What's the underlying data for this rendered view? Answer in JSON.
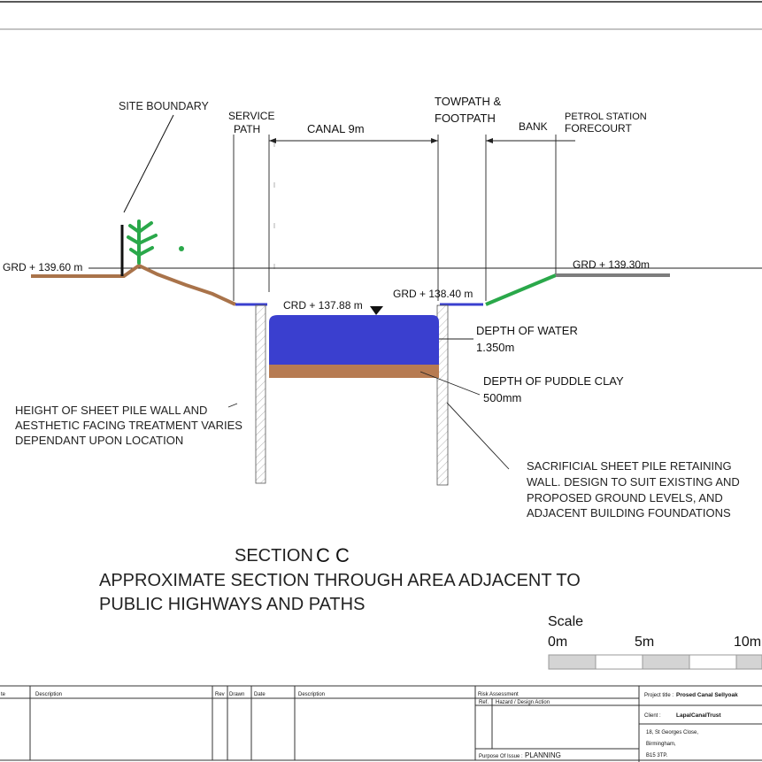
{
  "labels": {
    "site_boundary": "SITE BOUNDARY",
    "service_path_1": "SERVICE",
    "service_path_2": "PATH",
    "canal": "CANAL 9m",
    "towpath_1": "TOWPATH &",
    "towpath_2": "FOOTPATH",
    "bank": "BANK",
    "petrol_1": "PETROL STATION",
    "petrol_2": "FORECOURT",
    "grd_left": "GRD + 139.60 m",
    "grd_right": "GRD + 139.30m",
    "grd_mid": "GRD + 138.40 m",
    "crd": "CRD + 137.88 m",
    "water_1": "DEPTH OF WATER",
    "water_2": "1.350m",
    "clay_1": "DEPTH OF PUDDLE CLAY",
    "clay_2": "500mm",
    "sheet_pile_1": "HEIGHT OF SHEET PILE WALL AND",
    "sheet_pile_2": "AESTHETIC FACING TREATMENT VARIES",
    "sheet_pile_3": "DEPENDANT UPON LOCATION",
    "sacrificial_1": "SACRIFICIAL SHEET PILE RETAINING",
    "sacrificial_2": "WALL. DESIGN TO SUIT EXISTING AND",
    "sacrificial_3": "PROPOSED GROUND LEVELS, AND",
    "sacrificial_4": "ADJACENT BUILDING FOUNDATIONS"
  },
  "section": {
    "title_prefix": "SECTION",
    "title_id": "C C",
    "subtitle_1": "APPROXIMATE SECTION THROUGH AREA ADJACENT TO",
    "subtitle_2": "PUBLIC HIGHWAYS AND PATHS"
  },
  "scale": {
    "label": "Scale",
    "tick_0": "0m",
    "tick_5": "5m",
    "tick_10": "10m"
  },
  "title_block": {
    "col_te": "te",
    "col_description": "Description",
    "col_rev": "Rev",
    "col_drawn": "Drawn",
    "col_date": "Date",
    "col_description_2": "Description",
    "risk_assessment": "Risk Assessment",
    "ref": "Ref.",
    "hazard": "Hazard / Design Action",
    "purpose_label": "Purpose Of Issue :",
    "purpose_value": "PLANNING",
    "project_label": "Project title :",
    "project_value": "Prosed Canal Sellyoak",
    "client_label": "Client :",
    "client_value": "LapalCanalTrust",
    "address_1": "18, St Georges Close,",
    "address_2": "Birmingham,",
    "address_3": "B15 3TP."
  },
  "colors": {
    "water": "#3a3fcf",
    "puddle_clay": "#b77b52",
    "ground_left": "#a9734a",
    "bank_green": "#2aa84a",
    "forecourt": "#7d7d7d",
    "tree": "#2aa84a"
  }
}
